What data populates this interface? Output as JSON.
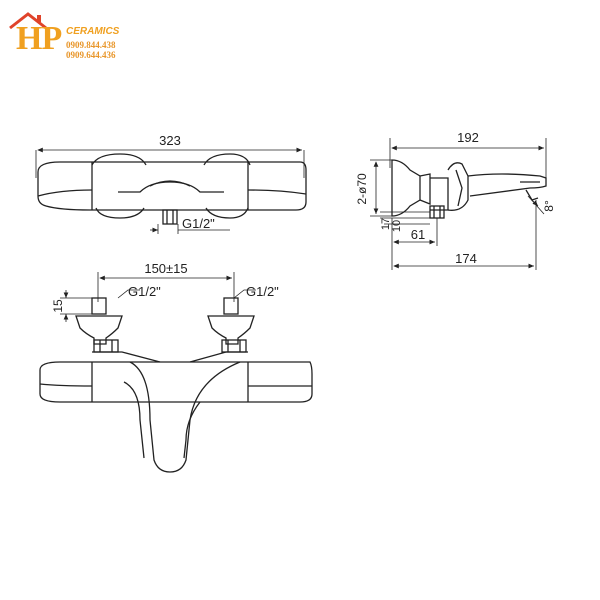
{
  "logo": {
    "initials": "HP",
    "brand": "CERAMICS",
    "phone_1": "0909.844.438",
    "phone_2": "0909.644.436",
    "color": "#f0a020"
  },
  "dimensions": {
    "top_width": "323",
    "top_thread": "G1/2\"",
    "side_total": "192",
    "side_diameter": "2-ø70",
    "side_17": "17",
    "side_10": "10",
    "side_61": "61",
    "side_174": "174",
    "side_angle": "8°",
    "front_spacing": "150±15",
    "front_15": "15",
    "front_thread_left": "G1/2\"",
    "front_thread_right": "G1/2\""
  },
  "colors": {
    "line": "#222222"
  }
}
